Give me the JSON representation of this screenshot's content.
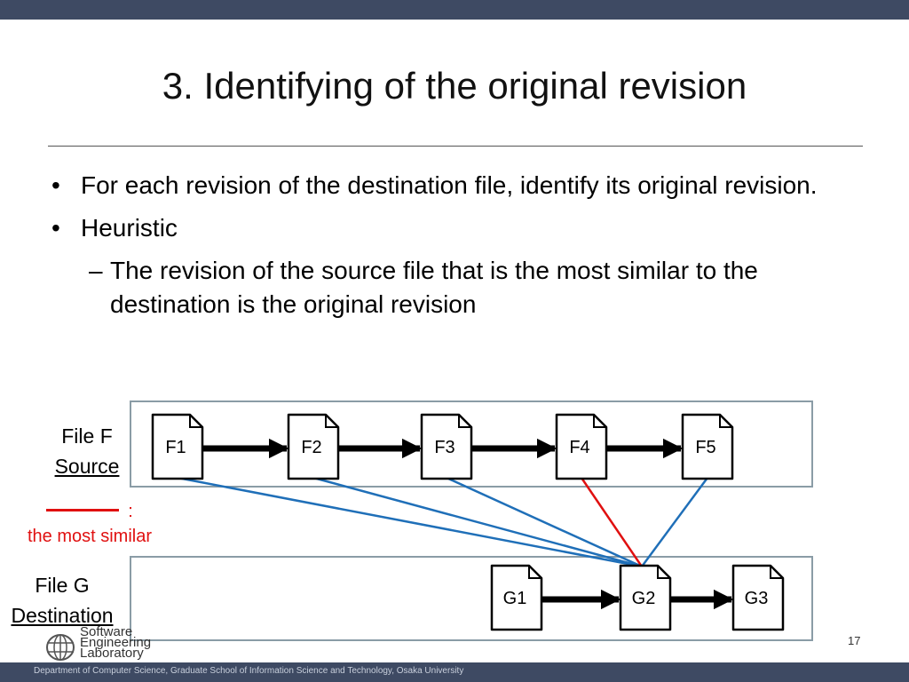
{
  "slide": {
    "title": "3. Identifying of the original revision",
    "bullets": [
      {
        "text": "For each revision of the destination file, identify its original revision."
      },
      {
        "text": "Heuristic",
        "sub": "The revision of the source file that is the most similar to the destination is the original revision"
      }
    ]
  },
  "diagram": {
    "source_label": {
      "line1": "File F",
      "line2": "Source"
    },
    "dest_label": {
      "line1": "File G",
      "line2": "Destination"
    },
    "legend": {
      "colon": ":",
      "text": "the most similar",
      "color": "#e01010"
    },
    "source_files": [
      "F1",
      "F2",
      "F3",
      "F4",
      "F5"
    ],
    "dest_files": [
      "G1",
      "G2",
      "G3"
    ],
    "links": [
      {
        "from": "F1",
        "to": "G2",
        "most_similar": false
      },
      {
        "from": "F2",
        "to": "G2",
        "most_similar": false
      },
      {
        "from": "F3",
        "to": "G2",
        "most_similar": false
      },
      {
        "from": "F4",
        "to": "G2",
        "most_similar": true
      },
      {
        "from": "F5",
        "to": "G2",
        "most_similar": false
      }
    ],
    "colors": {
      "link": "#1f6fb8",
      "most_similar": "#e01010",
      "box_border": "#8a9ca6"
    }
  },
  "logo": {
    "lines": [
      "Software",
      "Engineering",
      "Laboratory"
    ]
  },
  "page_number": "17",
  "footer": "Department of Computer Science, Graduate School of Information Science and Technology, Osaka University"
}
